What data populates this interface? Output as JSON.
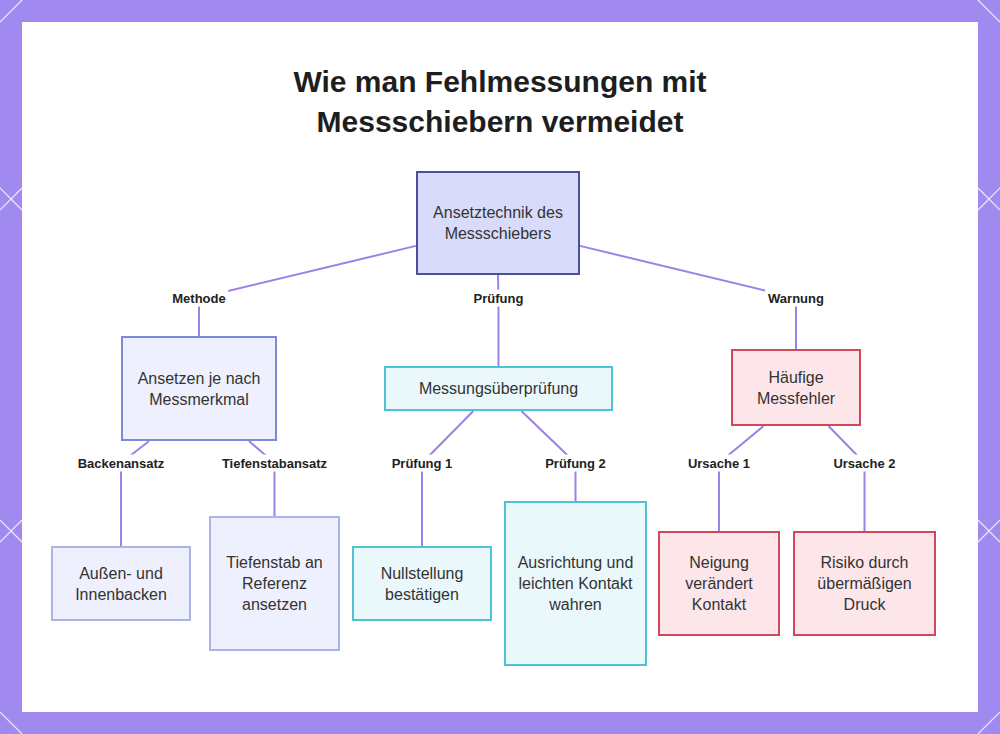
{
  "diagram": {
    "title": "Wie man Fehlmessungen mit Messschiebern vermeidet",
    "nodes": [
      {
        "text": [
          "Ansetztechnik des Messschiebers"
        ]
      },
      {
        "text": [
          "Ansetzen je nach Messmerkmal"
        ]
      },
      {
        "text": [
          "Messungsüberprüfung"
        ]
      },
      {
        "text": [
          "Häufige Messfehler"
        ]
      },
      {
        "text": [
          "Außen- und Innenbacken"
        ]
      },
      {
        "text": [
          "Tiefenstab an Referenz ansetzen"
        ]
      },
      {
        "text": [
          "Nullstellung bestätigen"
        ]
      },
      {
        "text": [
          "Ausrichtung und leichten Kontakt wahren"
        ]
      },
      {
        "text": [
          "Neigung verändert Kontakt"
        ]
      },
      {
        "text": [
          "Risiko durch übermäßigen Druck"
        ]
      }
    ],
    "edges": [
      {
        "from": 0,
        "to": 1,
        "label": "Methode",
        "arrow": "none"
      },
      {
        "from": 0,
        "to": 2,
        "label": "Prüfung",
        "arrow": "none"
      },
      {
        "from": 0,
        "to": 3,
        "label": "Warnung",
        "arrow": "none"
      },
      {
        "from": 1,
        "to": 4,
        "label": "Backenansatz",
        "arrow": "none"
      },
      {
        "from": 1,
        "to": 5,
        "label": "Tiefenstabansatz",
        "arrow": "none"
      },
      {
        "from": 2,
        "to": 6,
        "label": "Prüfung 1",
        "arrow": "none"
      },
      {
        "from": 2,
        "to": 7,
        "label": "Prüfung 2",
        "arrow": "none"
      },
      {
        "from": 3,
        "to": 8,
        "label": "Ursache 1",
        "arrow": "none"
      },
      {
        "from": 3,
        "to": 9,
        "label": "Ursache 2",
        "arrow": "none"
      }
    ]
  }
}
